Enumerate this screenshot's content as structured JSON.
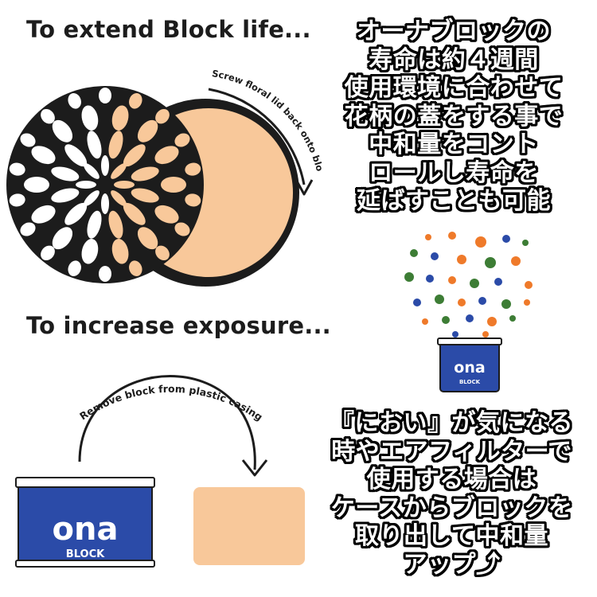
{
  "headings": {
    "extend": "To extend Block life...",
    "exposure": "To increase exposure..."
  },
  "instructions": {
    "screw_lid": "Screw floral lid back onto block",
    "remove_block": "Remove block from plastic casing"
  },
  "japanese_block_1": {
    "lines": [
      "オーナブロックの",
      "寿命は約４週間",
      "使用環境に合わせて",
      "花柄の蓋をする事で",
      "中和量をコント",
      "ロールし寿命を",
      "延ばすことも可能"
    ]
  },
  "japanese_block_2": {
    "lines": [
      "『におい』が気になる",
      "時やエアフィルターで",
      "使用する場合は",
      "ケースからブロックを",
      "取り出して中和量",
      "アップ⤴"
    ]
  },
  "product": {
    "brand": "ona",
    "type": "BLOCK"
  },
  "icons": {
    "floral_lid": "floral-lid-icon",
    "arrows": "curved-arrow-icon",
    "dots": "scattered-dots-icon"
  },
  "colors": {
    "ona_blue": "#2b4ba8",
    "block_peach": "#f8c89a",
    "lid_black": "#1c1c1c",
    "dot_blue": "#2b4ba8",
    "dot_orange": "#ef7a2a",
    "dot_green": "#3d7d35"
  }
}
